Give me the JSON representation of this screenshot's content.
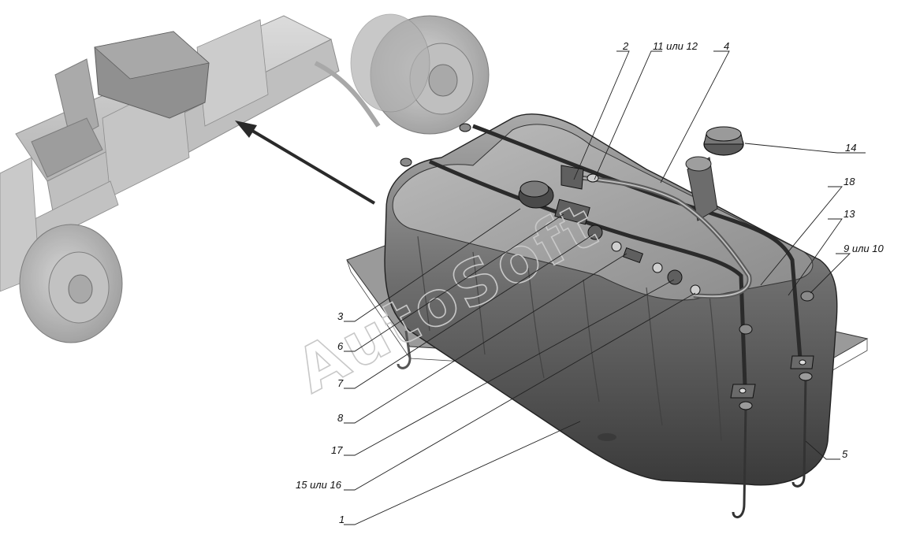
{
  "watermark": "AutoSoft",
  "callouts": [
    {
      "id": "c2",
      "text": "2"
    },
    {
      "id": "c11",
      "text": "11 или 12"
    },
    {
      "id": "c4",
      "text": "4"
    },
    {
      "id": "c14",
      "text": "14"
    },
    {
      "id": "c18",
      "text": "18"
    },
    {
      "id": "c13",
      "text": "13"
    },
    {
      "id": "c9",
      "text": "9 или 10"
    },
    {
      "id": "c5",
      "text": "5"
    },
    {
      "id": "c3",
      "text": "3"
    },
    {
      "id": "c6",
      "text": "6"
    },
    {
      "id": "c7",
      "text": "7"
    },
    {
      "id": "c8",
      "text": "8"
    },
    {
      "id": "c17",
      "text": "17"
    },
    {
      "id": "c15",
      "text": "15 или 16"
    },
    {
      "id": "c1",
      "text": "1"
    }
  ]
}
